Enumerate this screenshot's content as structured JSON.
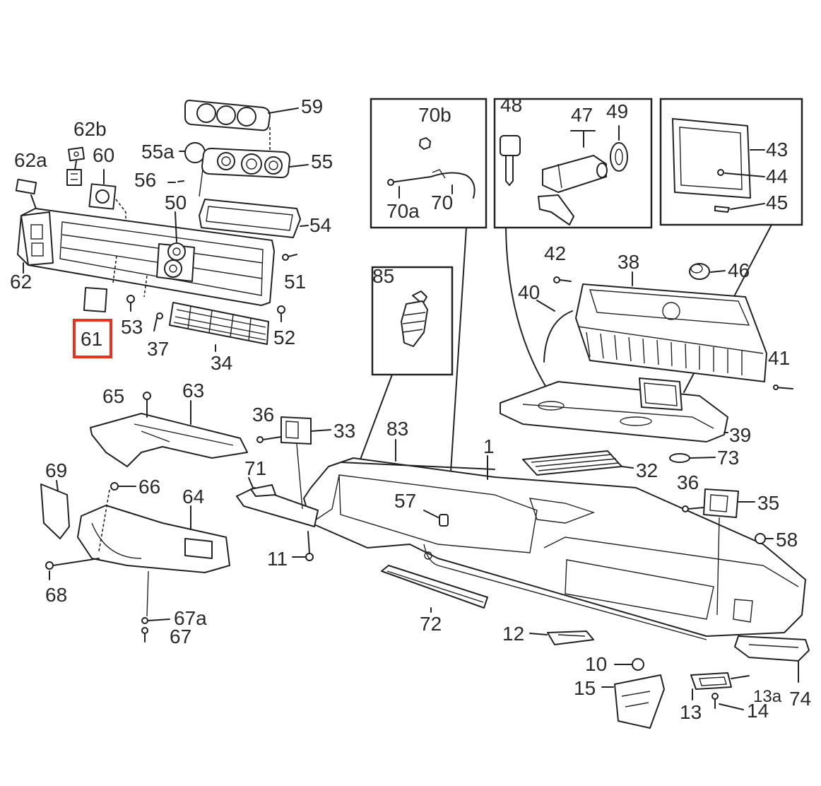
{
  "callouts": [
    "59",
    "62b",
    "60",
    "55a",
    "55",
    "62a",
    "56",
    "50",
    "54",
    "62",
    "51",
    "53",
    "37",
    "52",
    "61",
    "34",
    "70b",
    "70a",
    "70",
    "48",
    "47",
    "49",
    "43",
    "44",
    "45",
    "85",
    "42",
    "38",
    "46",
    "40",
    "41",
    "65",
    "63",
    "36",
    "33",
    "83",
    "71",
    "1",
    "39",
    "73",
    "32",
    "69",
    "66",
    "64",
    "36",
    "35",
    "57",
    "58",
    "11",
    "68",
    "67a",
    "67",
    "72",
    "12",
    "10",
    "15",
    "13",
    "14",
    "13a",
    "74"
  ],
  "highlight": {
    "label": "61",
    "color": "#e8321e"
  },
  "colors": {
    "line": "#222222",
    "text": "#2a2a2a",
    "background": "#ffffff"
  }
}
